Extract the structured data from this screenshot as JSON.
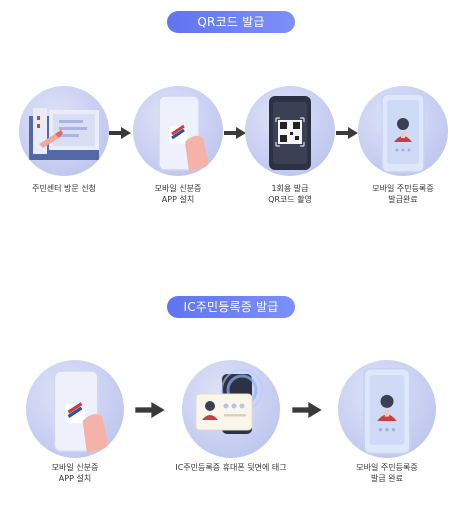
{
  "sections": [
    {
      "title": "QR코드 발급",
      "steps": [
        {
          "caption": "주민센터 방문 신청"
        },
        {
          "caption": "모바일 신분증\nAPP 설치"
        },
        {
          "caption": "1회용 발급\nQR코드 촬영"
        },
        {
          "caption": "모바일 주민등록증\n발급완료"
        }
      ]
    },
    {
      "title": "IC주민등록증 발급",
      "steps": [
        {
          "caption": "모바일 신분증\nAPP 설치"
        },
        {
          "caption": "IC주민등록증 휴대폰 뒷면에 태그"
        },
        {
          "caption": "모바일 주민등록증\n발급 완료"
        }
      ]
    }
  ],
  "colors": {
    "pill": "#6478f2",
    "circle": "#c6cdf1",
    "arrow": "#3a3a3a"
  }
}
